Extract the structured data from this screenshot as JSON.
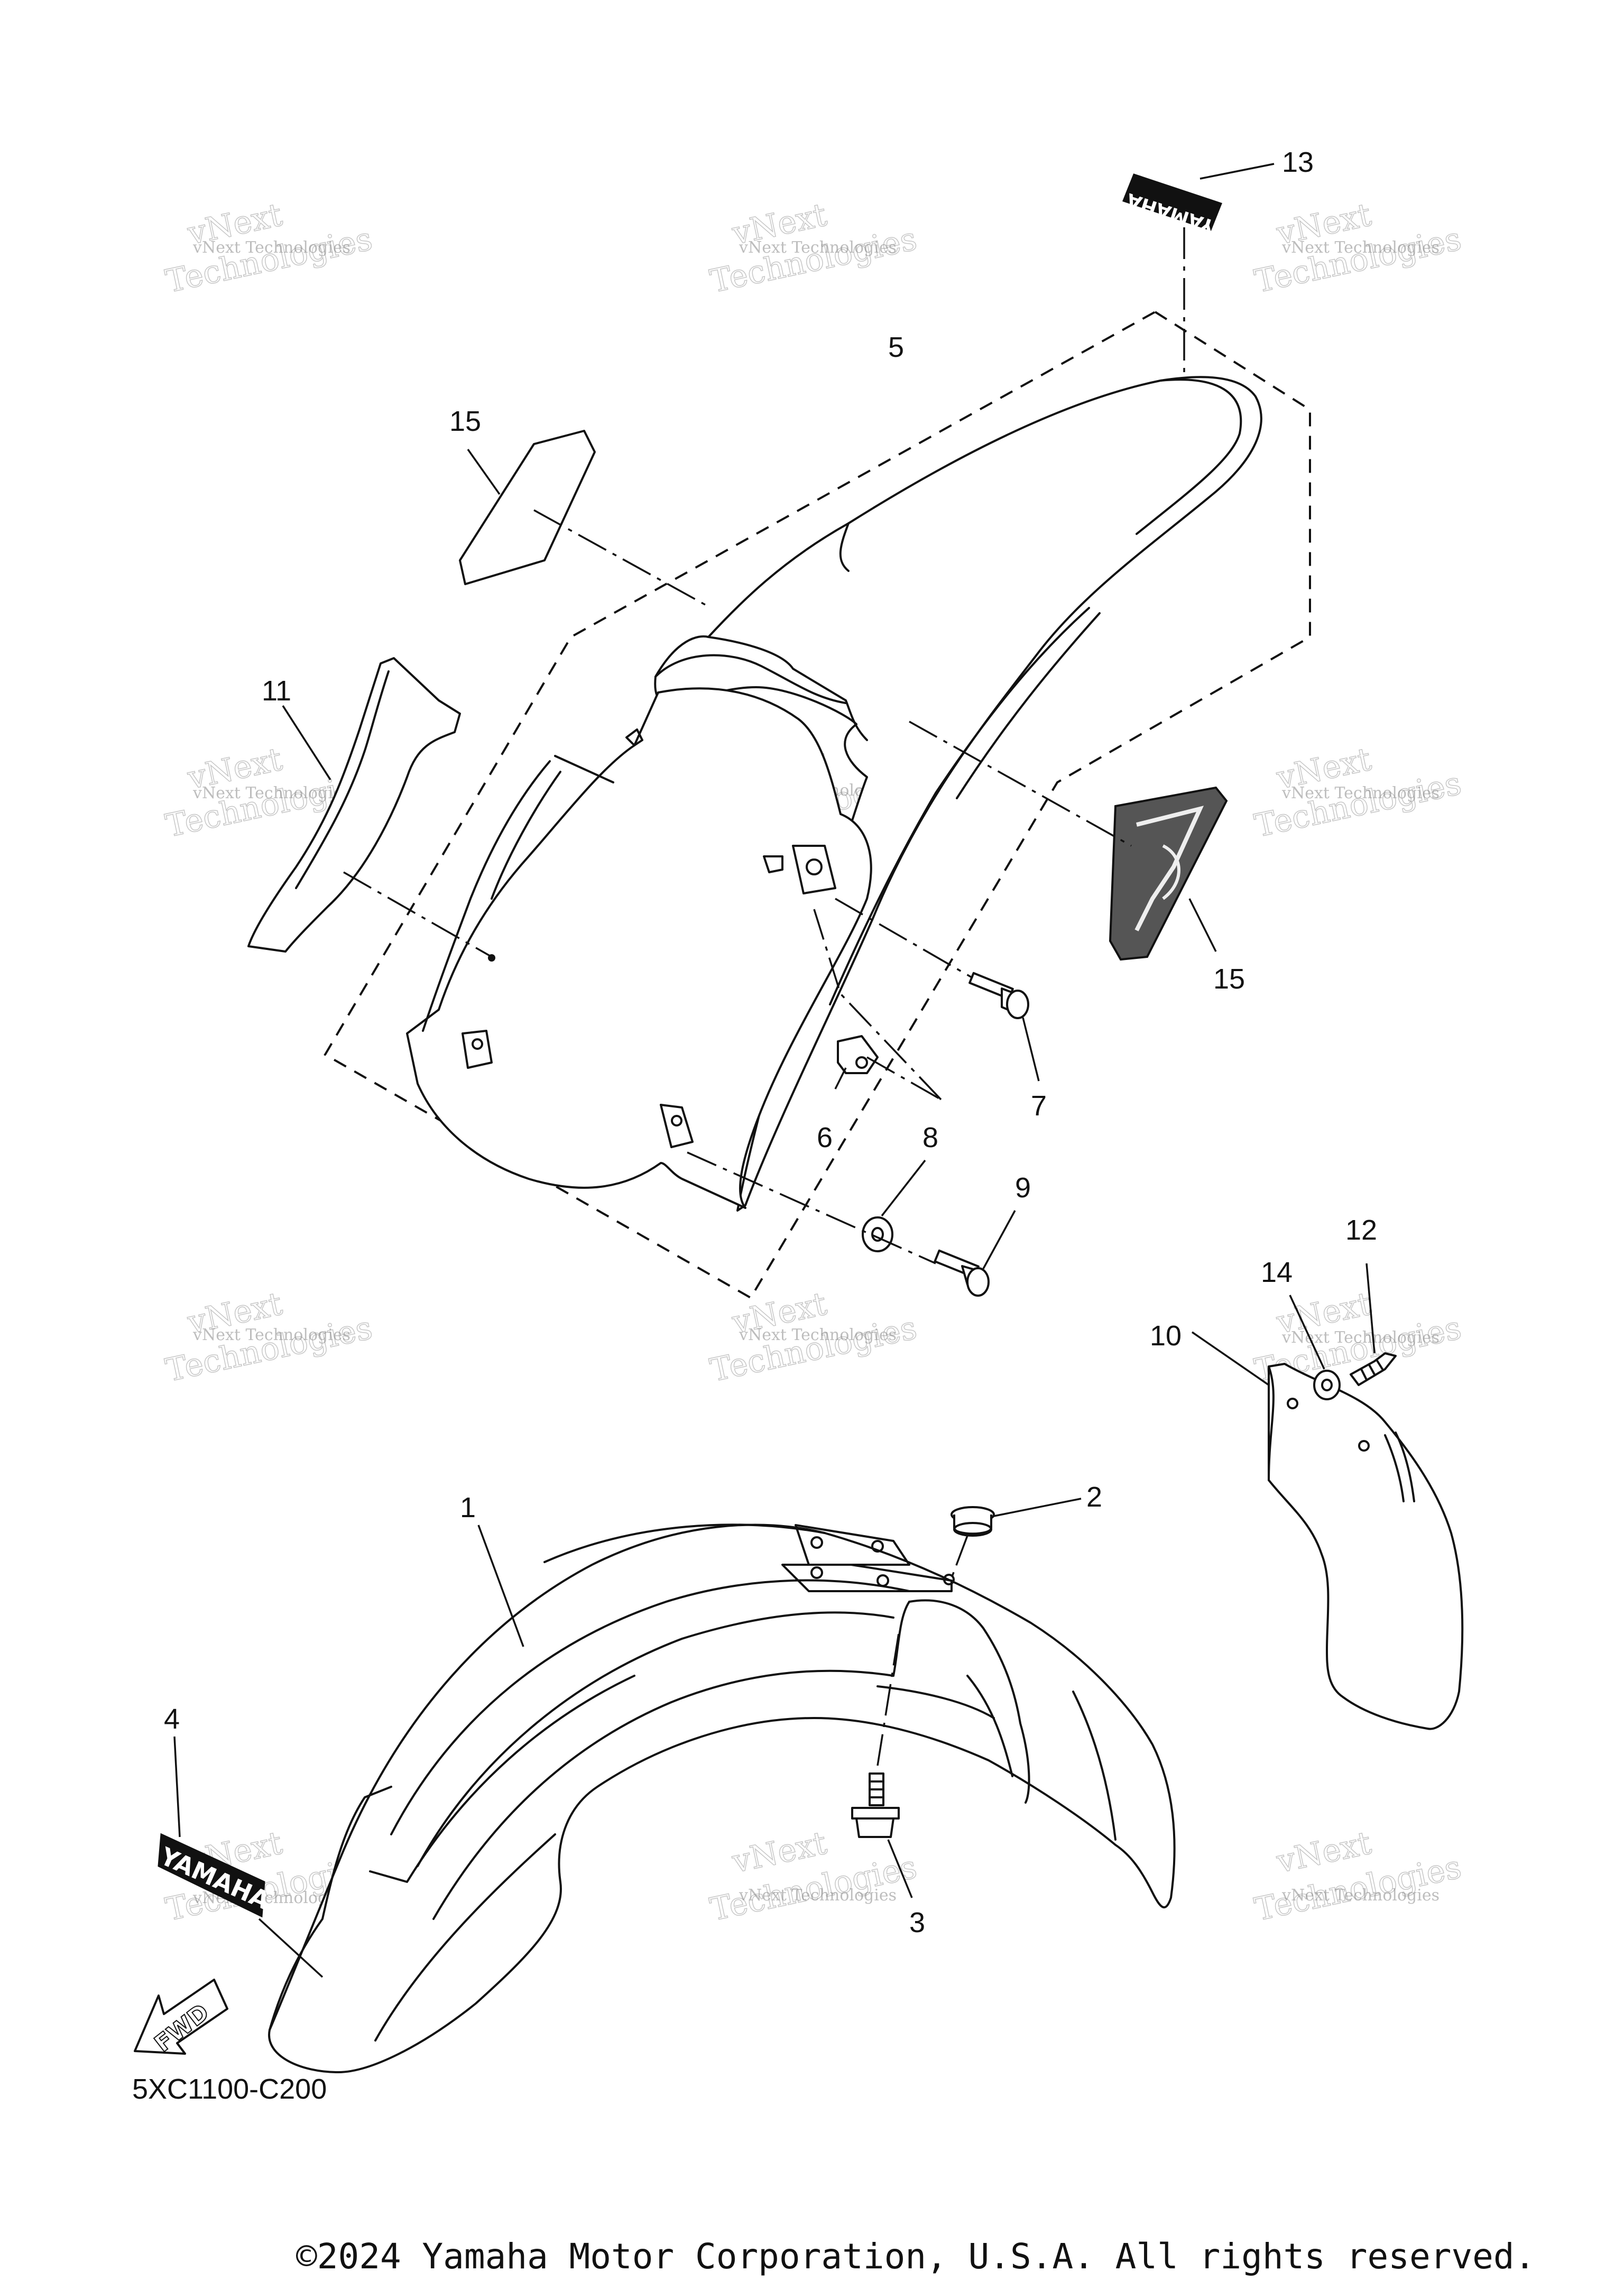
{
  "diagram": {
    "code": "5XC1100-C200",
    "fwd_label": "FWD",
    "decal_text": "YAMAHA",
    "copyright": "©2024 Yamaha Motor Corporation, U.S.A. All rights reserved.",
    "watermark": {
      "small": "vNext Technologies",
      "large_1": "vNext",
      "large_2": "Technologies"
    },
    "callouts": [
      {
        "id": "callout-1",
        "label": "1"
      },
      {
        "id": "callout-2",
        "label": "2"
      },
      {
        "id": "callout-3",
        "label": "3"
      },
      {
        "id": "callout-4",
        "label": "4"
      },
      {
        "id": "callout-5",
        "label": "5"
      },
      {
        "id": "callout-6",
        "label": "6"
      },
      {
        "id": "callout-7",
        "label": "7"
      },
      {
        "id": "callout-8",
        "label": "8"
      },
      {
        "id": "callout-9",
        "label": "9"
      },
      {
        "id": "callout-10",
        "label": "10"
      },
      {
        "id": "callout-11",
        "label": "11"
      },
      {
        "id": "callout-12",
        "label": "12"
      },
      {
        "id": "callout-13",
        "label": "13"
      },
      {
        "id": "callout-14",
        "label": "14"
      },
      {
        "id": "callout-15a",
        "label": "15"
      },
      {
        "id": "callout-15b",
        "label": "15"
      }
    ]
  }
}
